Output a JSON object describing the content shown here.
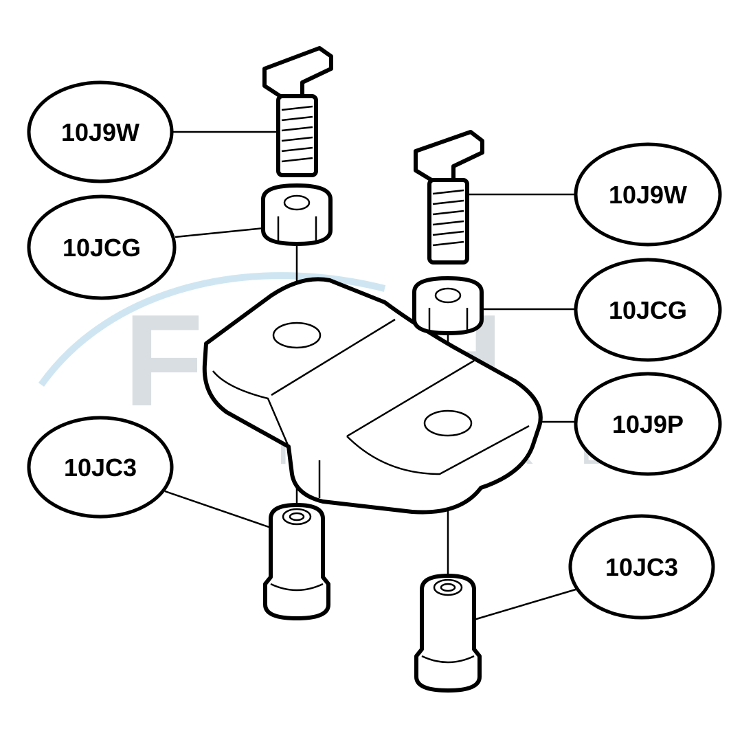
{
  "watermark": {
    "logo_word": "FISH",
    "logo_sub": "& TACKLE",
    "accent": "#cfe6f2"
  },
  "callouts": [
    {
      "id": "bolt-top-left",
      "label": "10J9W"
    },
    {
      "id": "nut-top-left",
      "label": "10JCG"
    },
    {
      "id": "bolt-top-right",
      "label": "10J9W"
    },
    {
      "id": "nut-top-right",
      "label": "10JCG"
    },
    {
      "id": "plate",
      "label": "10J9P"
    },
    {
      "id": "insert-left",
      "label": "10JC3"
    },
    {
      "id": "insert-right",
      "label": "10JC3"
    }
  ],
  "colors": {
    "ink": "#000000",
    "background": "#ffffff",
    "watermark_gray": "#d9dee2"
  }
}
